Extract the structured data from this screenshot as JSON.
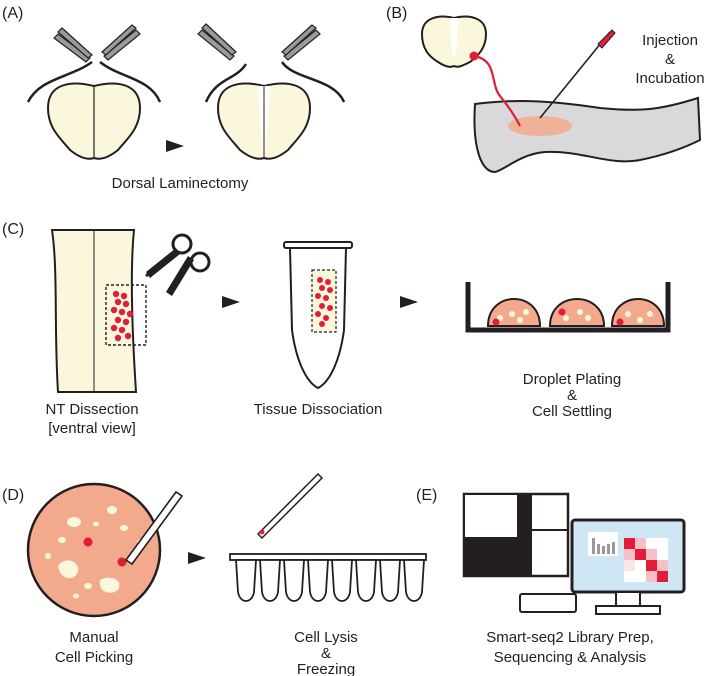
{
  "colors": {
    "cord": "#fbf7dc",
    "outline": "#231f20",
    "red": "#e21d3a",
    "salmon": "#f2a98c",
    "tissue_gray": "#d9d9db",
    "monitor_screen": "#cfe6f5"
  },
  "panels": {
    "a": {
      "tag": "(A)",
      "caption": "Dorsal Laminectomy"
    },
    "b": {
      "tag": "(B)",
      "caption_lines": [
        "Injection",
        "&",
        "Incubation"
      ]
    },
    "c": {
      "tag": "(C)",
      "step1_lines": [
        "NT Dissection",
        "[ventral view]"
      ],
      "step2": "Tissue Dissociation",
      "step3_lines": [
        "Droplet Plating",
        "&",
        "Cell Settling"
      ]
    },
    "d": {
      "tag": "(D)",
      "step1_lines": [
        "Manual",
        "Cell Picking"
      ],
      "step2_lines": [
        "Cell Lysis",
        "&",
        "Freezing"
      ]
    },
    "e": {
      "tag": "(E)",
      "caption_lines": [
        "Smart-seq2 Library Prep,",
        "Sequencing & Analysis"
      ]
    }
  },
  "icons": [
    "forceps-icon",
    "scissors-icon",
    "tube-icon",
    "petri-dish-icon",
    "pipette-icon",
    "pcr-strip-icon",
    "sequencer-icon",
    "computer-icon",
    "arrow-icon"
  ]
}
